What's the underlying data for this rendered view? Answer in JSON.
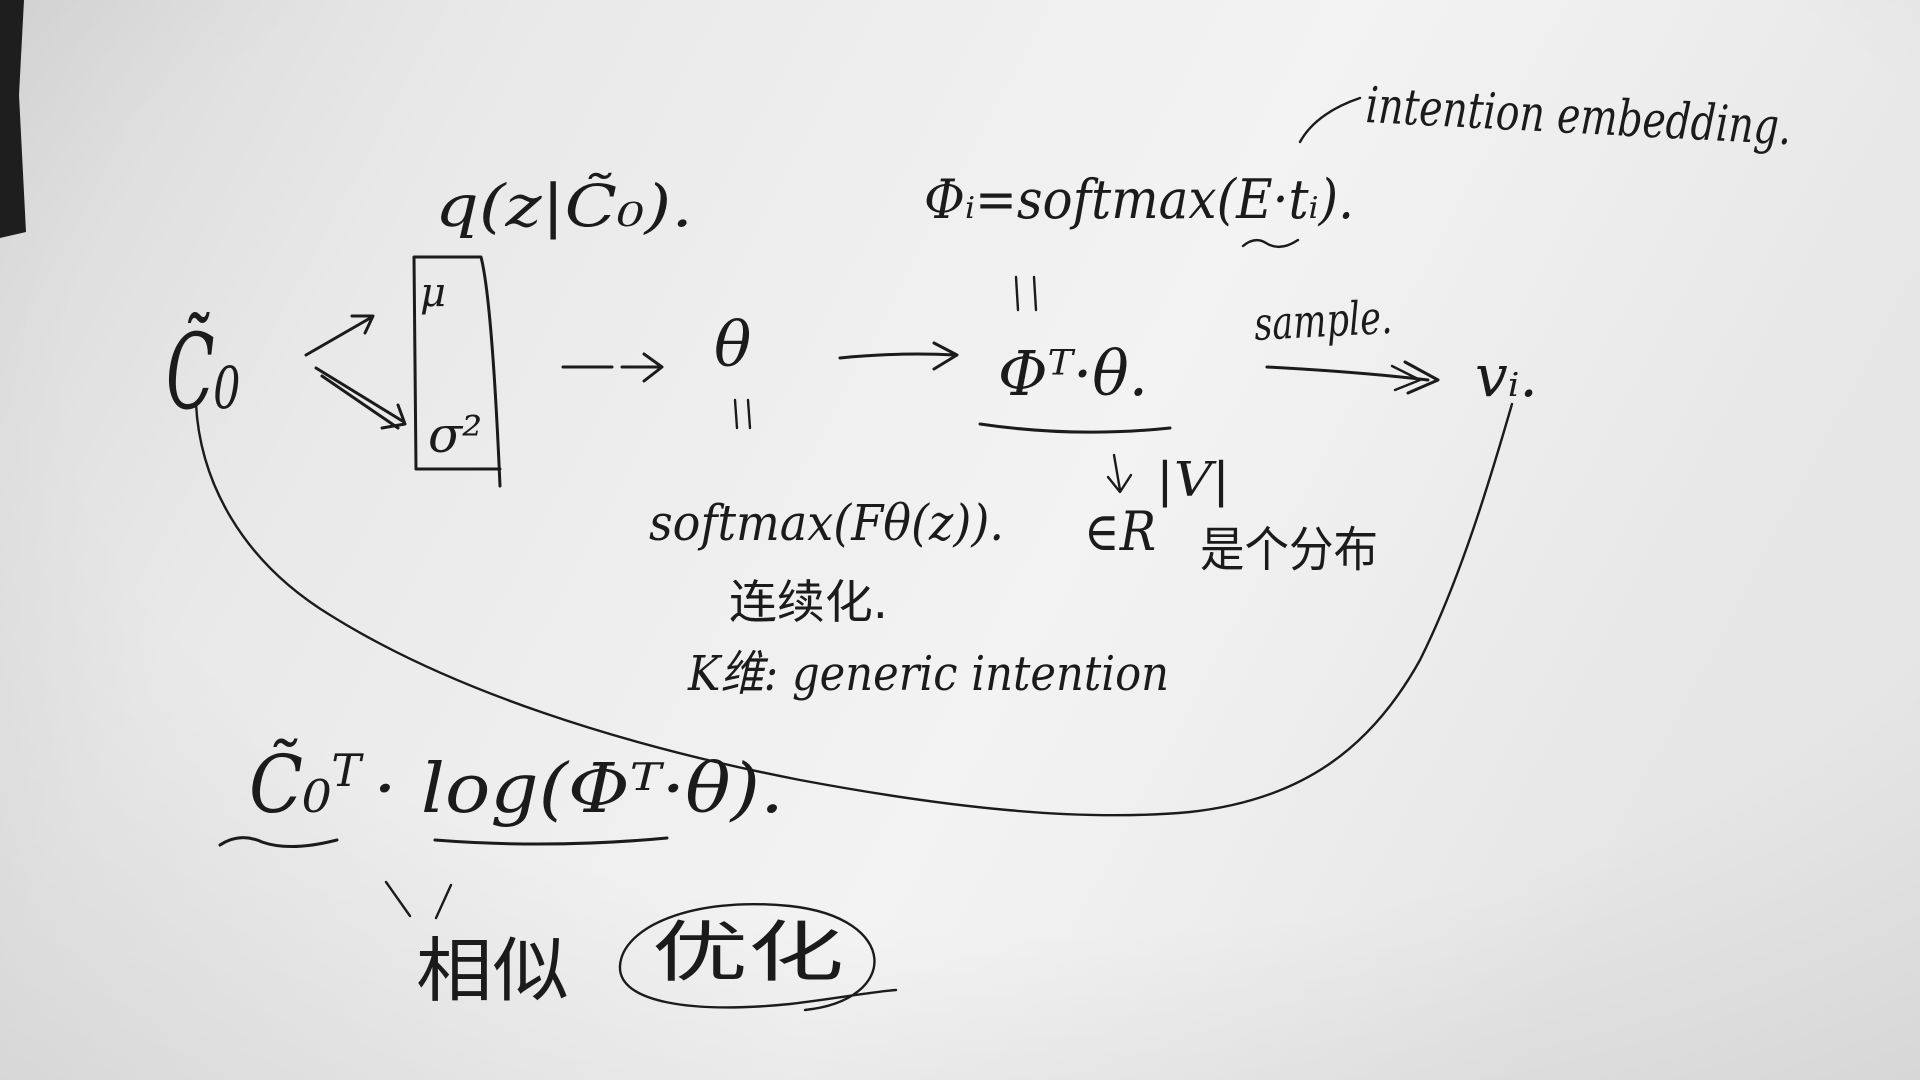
{
  "notes": {
    "posterior": "q(z|C̃₀).",
    "phi_definition": "Φᵢ=softmax(E·tᵢ).",
    "intention_embedding": "intention embedding.",
    "context": "C̃₀",
    "mu": "μ",
    "sigma_squared": "σ²",
    "theta": "θ",
    "phi_theta": "Φᵀ·θ.",
    "sample": "sample.",
    "v_i": "vᵢ.",
    "theta_definition": "softmax(Fθ(z)).",
    "continuous": "连续化.",
    "k_dim": "K维: generic intention",
    "vocab_dim": "|V|",
    "in_real": "∈R",
    "distribution": "是个分布",
    "loss_context": "C̃₀ᵀ",
    "loss_log": "· log(Φᵀ·θ).",
    "similar": "相似",
    "optimize": "优化"
  },
  "colors": {
    "ink": "#1b1b1b",
    "paper": "#eeeeee"
  }
}
